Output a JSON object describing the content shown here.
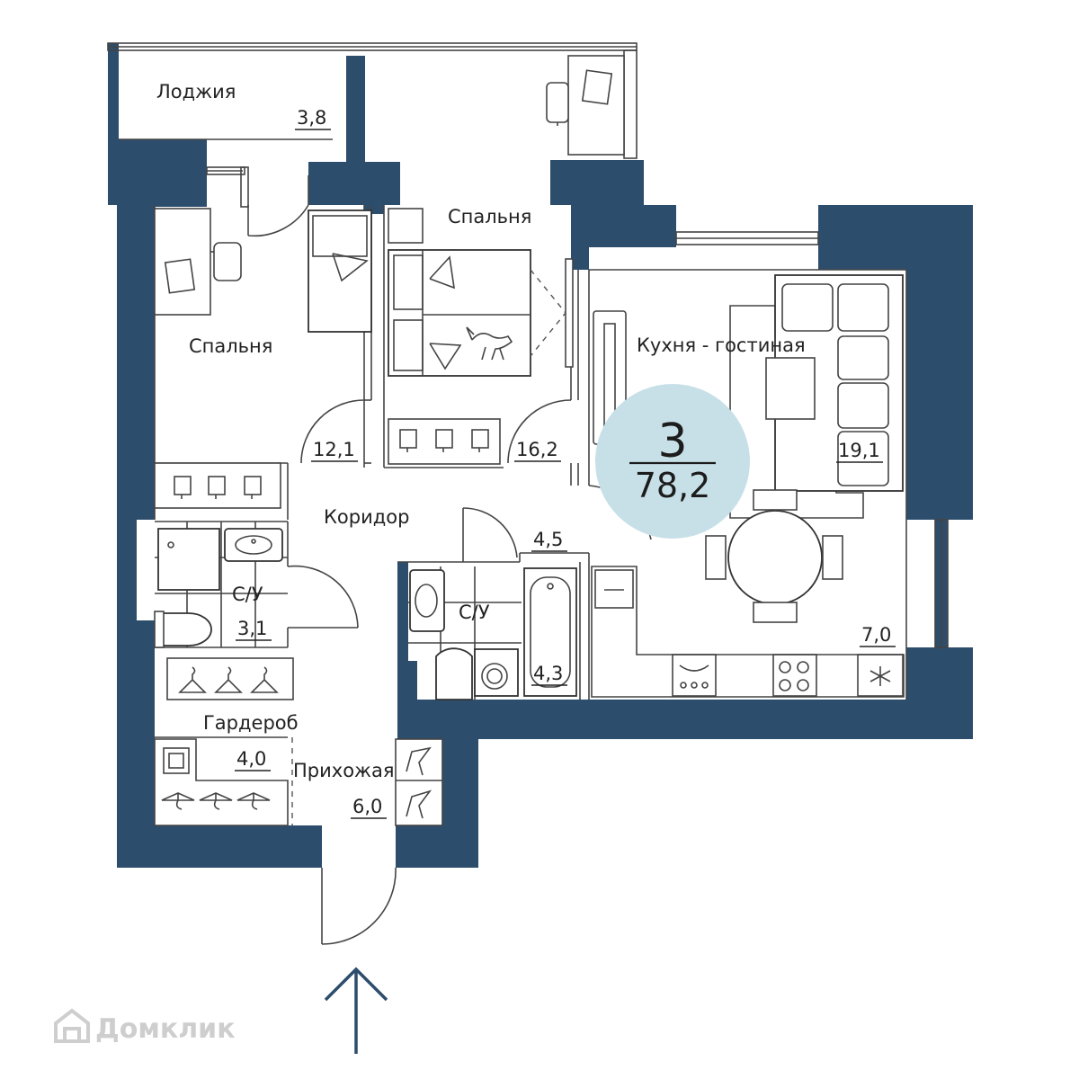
{
  "plan": {
    "rooms_count": "3",
    "total_area": "78,2",
    "accent_color": "#2d4d6c",
    "highlight_color": "#c7e0e8",
    "rooms": [
      {
        "name": "Лоджия",
        "area": "3,8"
      },
      {
        "name": "Спальня",
        "area": "12,1"
      },
      {
        "name": "Спальня",
        "area": "16,2"
      },
      {
        "name": "Кухня - гостиная",
        "area": "19,1"
      },
      {
        "name": "Коридор",
        "area": "4,5"
      },
      {
        "name": "С/У",
        "area": "3,1"
      },
      {
        "name": "С/У",
        "area": "4,3"
      },
      {
        "name": "Гардероб",
        "area": "4,0"
      },
      {
        "name": "Прихожая",
        "area": "6,0"
      }
    ],
    "kitchen_area": "7,0",
    "entrance_arrow_icon": "arrow-up-icon"
  },
  "watermark": {
    "text": "Домклик",
    "icon": "house-logo-icon"
  }
}
